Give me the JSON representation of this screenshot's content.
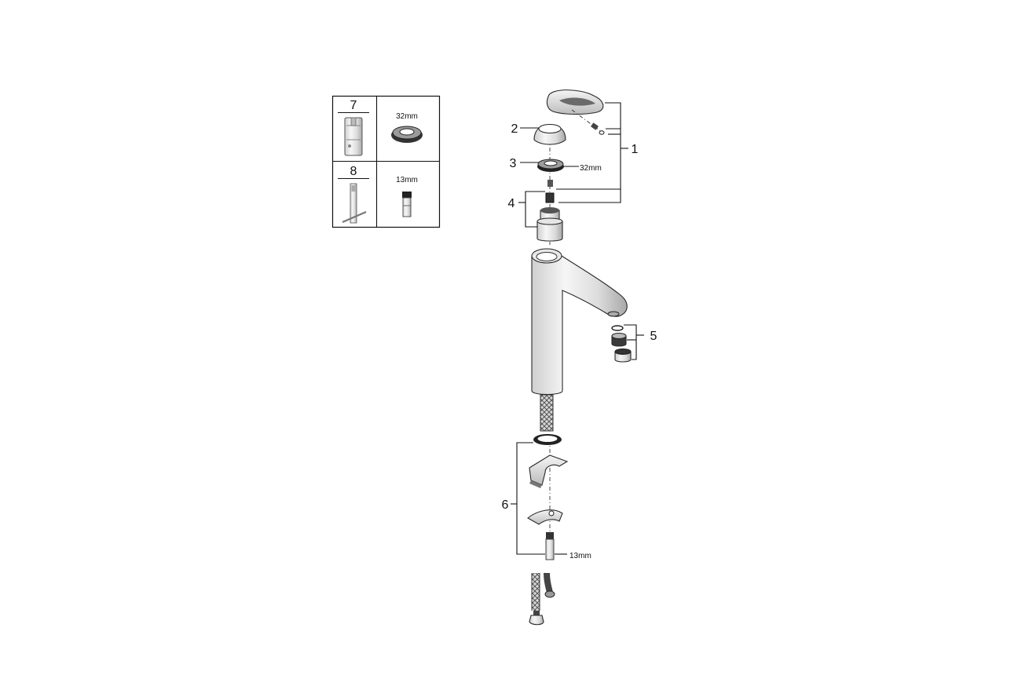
{
  "tool_panel": {
    "tool_7": {
      "number": "7",
      "size": "32mm"
    },
    "tool_8": {
      "number": "8",
      "size": "13mm"
    }
  },
  "callouts": {
    "item_1": "1",
    "item_2": "2",
    "item_3": "3",
    "item_4": "4",
    "item_5": "5",
    "item_6": "6"
  },
  "dimensions": {
    "nut_size": "32mm",
    "mounting_size": "13mm"
  },
  "icons": [
    "lever-handle",
    "cover-cap",
    "cartridge-nut",
    "cartridge",
    "spout-body",
    "aerator",
    "mounting-set",
    "supply-hose",
    "cartridge-tool",
    "socket-wrench"
  ]
}
